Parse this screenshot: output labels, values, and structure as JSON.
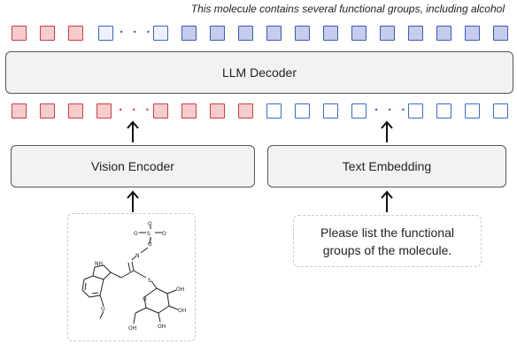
{
  "output_caption": "This molecule contains several functional groups, including  alcohol",
  "decoder_label": "LLM Decoder",
  "vision_encoder_label": "Vision Encoder",
  "text_embedding_label": "Text Embedding",
  "prompt_text": "Please list the functional groups of the molecule.",
  "ellipsis": "· · ·",
  "molecule_atom_labels": {
    "nh": "NH",
    "n": "N",
    "o": "O",
    "s": "S",
    "oh": "OH"
  },
  "colors": {
    "image_token": "#cf3b46",
    "text_token": "#3d62c6",
    "output_token": "#3d58b8"
  }
}
